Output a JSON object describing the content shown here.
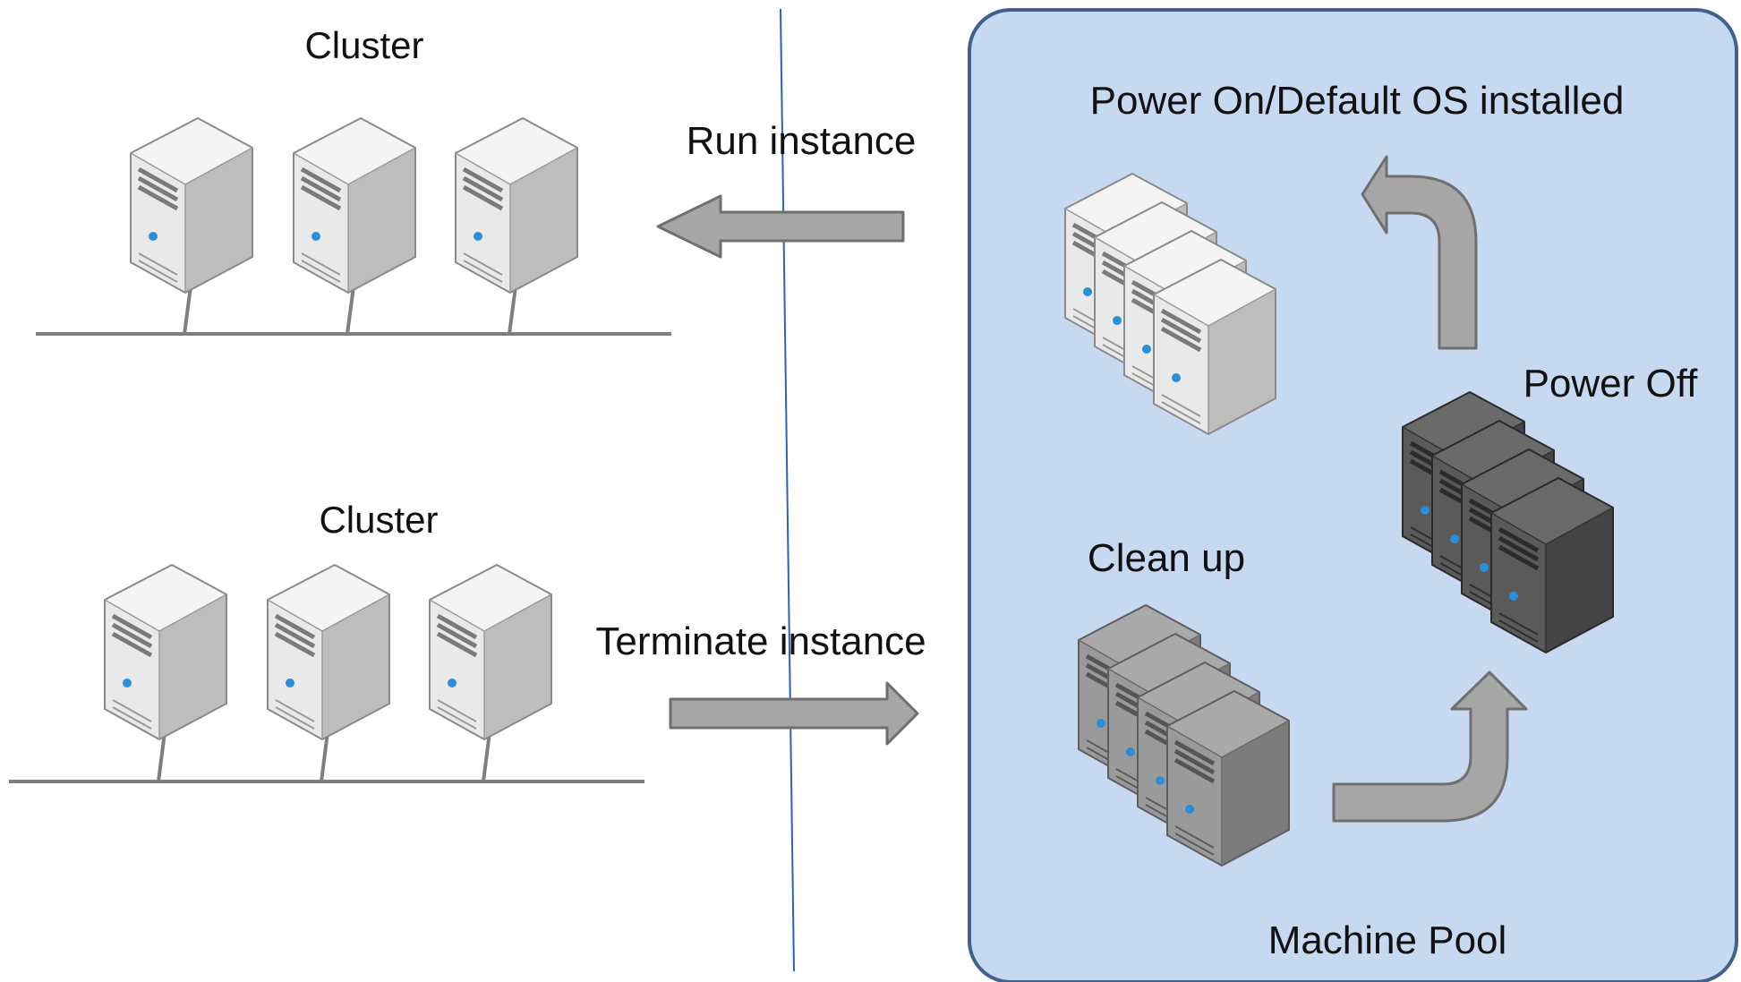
{
  "colors": {
    "pool_fill": "#c6d9f1",
    "pool_border": "#41608f",
    "divider": "#2e62b3",
    "network_line": "#7f7f7f",
    "arrow_fill": "#a6a6a6",
    "arrow_stroke": "#6f6f6f",
    "server_light": "#e6e6e6",
    "server_mid": "#8c8c8c",
    "server_dark": "#4d4d4d"
  },
  "clusters": [
    {
      "label": "Cluster",
      "servers": 3,
      "server_tone": "light"
    },
    {
      "label": "Cluster",
      "servers": 3,
      "server_tone": "light"
    }
  ],
  "actions": {
    "run_instance": "Run instance",
    "terminate_instance": "Terminate instance"
  },
  "machine_pool": {
    "title": "Machine Pool",
    "states": [
      {
        "label": "Power On/Default OS installed",
        "servers": 4,
        "server_tone": "light"
      },
      {
        "label": "Power Off",
        "servers": 4,
        "server_tone": "dark"
      },
      {
        "label": "Clean up",
        "servers": 4,
        "server_tone": "mid"
      }
    ]
  },
  "icons": [
    "server-icon",
    "arrow-left-icon",
    "arrow-right-icon",
    "curved-arrow-up-left-icon",
    "curved-arrow-up-right-icon"
  ]
}
